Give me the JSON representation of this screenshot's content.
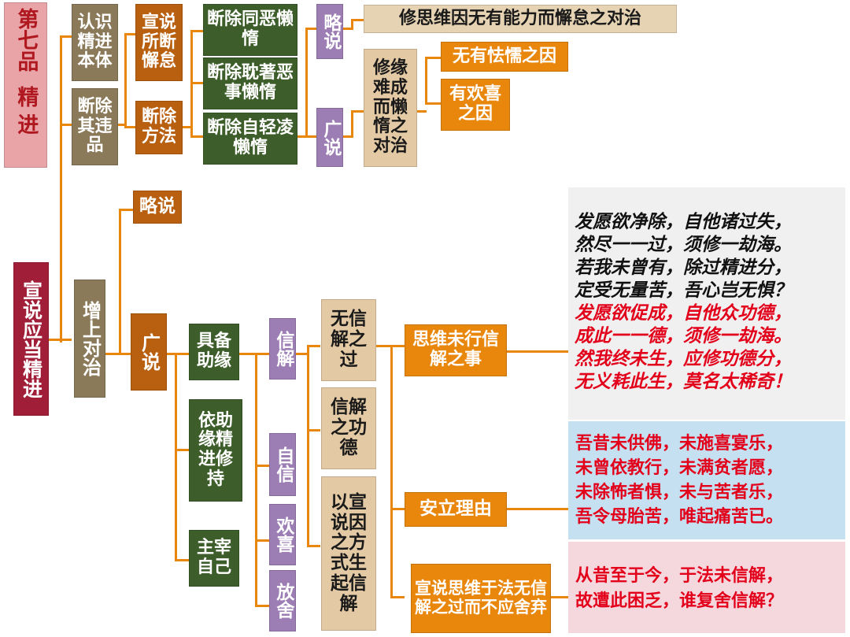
{
  "title": {
    "chapter": "第七品",
    "name": "精进"
  },
  "branch_exhort": "宣说应当精进",
  "branch_recognize": "认识精进本体",
  "branch_abandon": "断除其违品",
  "laziness": {
    "declare": "宣说所断懈怠",
    "method": "断除方法"
  },
  "lazy_types": [
    "断除同恶懒惰",
    "断除耽著恶事懒惰",
    "断除自轻凌懒惰"
  ],
  "brief": "略说",
  "extensive": "广说",
  "remedy_top": "修思维因无有能力而懈怠之对治",
  "remedy_mid": "修缘难成而懒惰之对治",
  "cause_no_fear": "无有怯懦之因",
  "cause_joy": "有欢喜之因",
  "increase": "增上对治",
  "brief2": "略说",
  "extensive2": "广说",
  "conditions": {
    "prepare": "具备助缘",
    "rely": "依助缘精进修持",
    "master": "主宰自己"
  },
  "factors": {
    "faith": "信解",
    "confidence": "自信",
    "joy": "欢喜",
    "relinquish": "放舍"
  },
  "faith_items": {
    "fault": "无信解之过",
    "merit": "信解之功德",
    "method": "以宣说因之方式生起信解"
  },
  "results": {
    "contemplate": "思维未行信解之事",
    "reason": "安立理由",
    "declare": "宣说思维于法无信解之过而不应舍弃"
  },
  "verse1_black": [
    "发愿欲净除，自他诸过失，",
    "然尽一一过，须修一劫海。",
    "若我未曾有，除过精进分，",
    "定受无量苦，吾心岂无惧？"
  ],
  "verse1_red": [
    "发愿欲促成，自他众功德，",
    "成此一一德，须修一劫海。",
    "然我终未生，应修功德分，",
    "无义耗此生，莫名太稀奇！"
  ],
  "verse2": [
    "吾昔未供佛，未施喜宴乐，",
    "未曾依教行，未满贫者愿，",
    "未除怖者惧，未与苦者乐，",
    "吾令母胎苦，唯起痛苦已。"
  ],
  "verse3": [
    "从昔至于今，于法未信解，",
    "故遭此困乏，谁复舍信解？"
  ],
  "colors": {
    "connector": "#e9860c",
    "red_text": "#e3001b",
    "panel_gray": "#f0f0f0",
    "panel_blue": "#c5e0f0",
    "panel_pink": "#f4d8de"
  }
}
